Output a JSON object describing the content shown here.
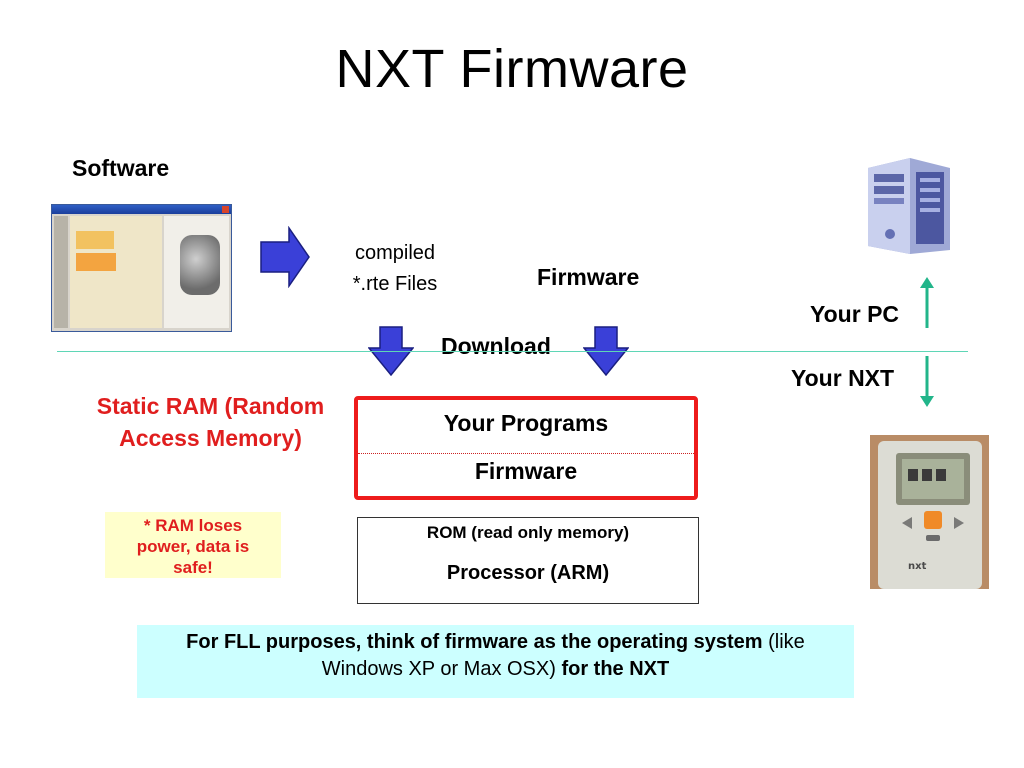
{
  "slide": {
    "title": "NXT Firmware"
  },
  "labels": {
    "software": "Software",
    "compiled_line1": "compiled",
    "compiled_line2": "*.rte Files",
    "firmware_top": "Firmware",
    "download": "Download",
    "your_pc": "Your PC",
    "your_nxt": "Your NXT"
  },
  "memory": {
    "ram_label_line1": "Static RAM (Random",
    "ram_label_line2": "Access Memory)",
    "your_programs": "Your Programs",
    "firmware": "Firmware",
    "rom": "ROM (read only memory)",
    "processor": "Processor (ARM)"
  },
  "note": {
    "line1": "*  RAM loses",
    "line2": "power,  data is",
    "line3": "safe!"
  },
  "fll_note": {
    "bold1": "For FLL purposes, think of firmware as the operating system",
    "plain1": " (like",
    "plain2": "Windows XP or Max OSX)",
    "bold2": " for the NXT"
  },
  "colors": {
    "arrow_blue": "#3a40d8",
    "ram_red": "#e01e1e",
    "divider_teal": "#5fd6b6",
    "updown_teal": "#22b58a",
    "note_bg": "#ffffcc",
    "fll_bg": "#ccffff"
  },
  "icons": {
    "software_screenshot": "nxt-software-window",
    "pc": "pc-tower-icon",
    "nxt": "nxt-brick-icon"
  }
}
